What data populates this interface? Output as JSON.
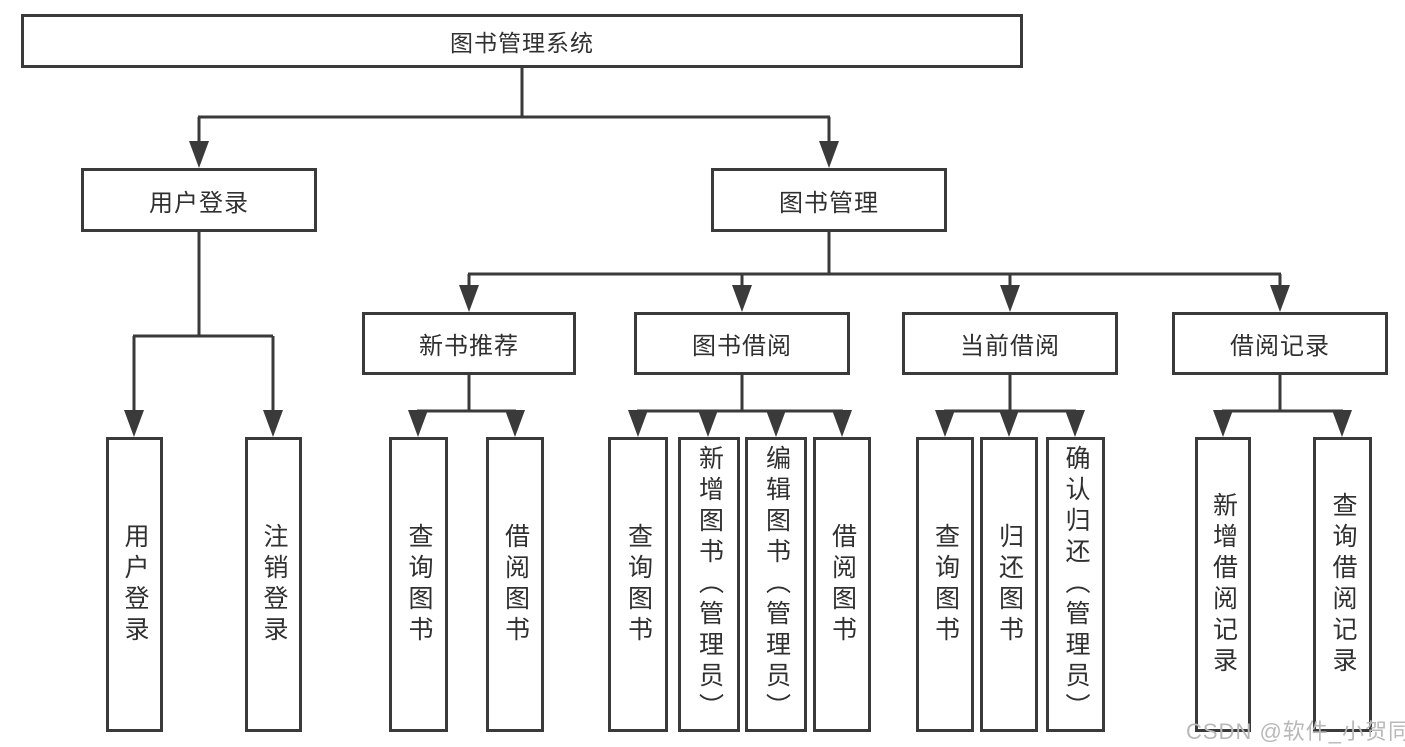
{
  "tree": {
    "label": "图书管理系统",
    "children": [
      {
        "label": "用户登录",
        "children": [
          {
            "label": "用户登录"
          },
          {
            "label": "注销登录"
          }
        ]
      },
      {
        "label": "图书管理",
        "children": [
          {
            "label": "新书推荐",
            "children": [
              {
                "label": "查询图书"
              },
              {
                "label": "借阅图书"
              }
            ]
          },
          {
            "label": "图书借阅",
            "children": [
              {
                "label": "查询图书"
              },
              {
                "label": "新增图书（管理员）"
              },
              {
                "label": "编辑图书（管理员）"
              },
              {
                "label": "借阅图书"
              }
            ]
          },
          {
            "label": "当前借阅",
            "children": [
              {
                "label": "查询图书"
              },
              {
                "label": "归还图书"
              },
              {
                "label": "确认归还（管理员）"
              }
            ]
          },
          {
            "label": "借阅记录",
            "children": [
              {
                "label": "新增借阅记录"
              },
              {
                "label": "查询借阅记录"
              }
            ]
          }
        ]
      }
    ]
  },
  "watermark": {
    "text": "CSDN @软件_小贺同学"
  },
  "colors": {
    "line": "#3a3a3a",
    "box_border": "#3a3a3a",
    "text": "#303030",
    "watermark": "#b9b9b9",
    "background": "#ffffff"
  }
}
